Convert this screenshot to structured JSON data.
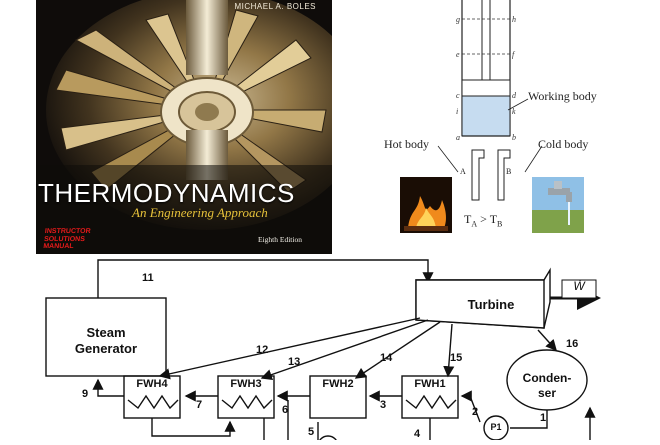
{
  "book_cover": {
    "author": "MICHAEL A. BOLES",
    "title": "THERMODYNAMICS",
    "subtitle": "An Engineering Approach",
    "badge_line1": "INSTRUCTOR",
    "badge_line2": "SOLUTIONS",
    "badge_line3": "MANUAL",
    "edition": "Eighth Edition"
  },
  "piston_diagram": {
    "point_labels": [
      "g",
      "h",
      "e",
      "f",
      "c",
      "d",
      "i",
      "k",
      "a",
      "b"
    ],
    "working_body_label": "Working body",
    "hot_body_label": "Hot body",
    "cold_body_label": "Cold body",
    "contact_a": "A",
    "contact_b": "B",
    "inequality": {
      "left": "T",
      "left_sub": "A",
      "op": " > ",
      "right": "T",
      "right_sub": "B"
    }
  },
  "power_plant": {
    "steam_generator": [
      "Steam",
      "Generator"
    ],
    "turbine": "Turbine",
    "work_symbol": "Ẇ",
    "condenser": [
      "Conden-",
      "ser"
    ],
    "heaters": [
      "FWH4",
      "FWH3",
      "FWH2",
      "FWH1"
    ],
    "pump": "P1",
    "stream_numbers": {
      "n11": "11",
      "n12": "12",
      "n13": "13",
      "n14": "14",
      "n15": "15",
      "n16": "16",
      "n9": "9",
      "n7": "7",
      "n6": "6",
      "n3": "3",
      "n2": "2",
      "n1": "1",
      "n5": "5",
      "n4": "4"
    }
  },
  "colors": {
    "cover_bg": "#0f0c0a",
    "cover_title_gold": "#e7c23a",
    "cover_badge_red": "#e51a1a",
    "working_body_fill": "#c6dcf0",
    "line": "#111111"
  }
}
